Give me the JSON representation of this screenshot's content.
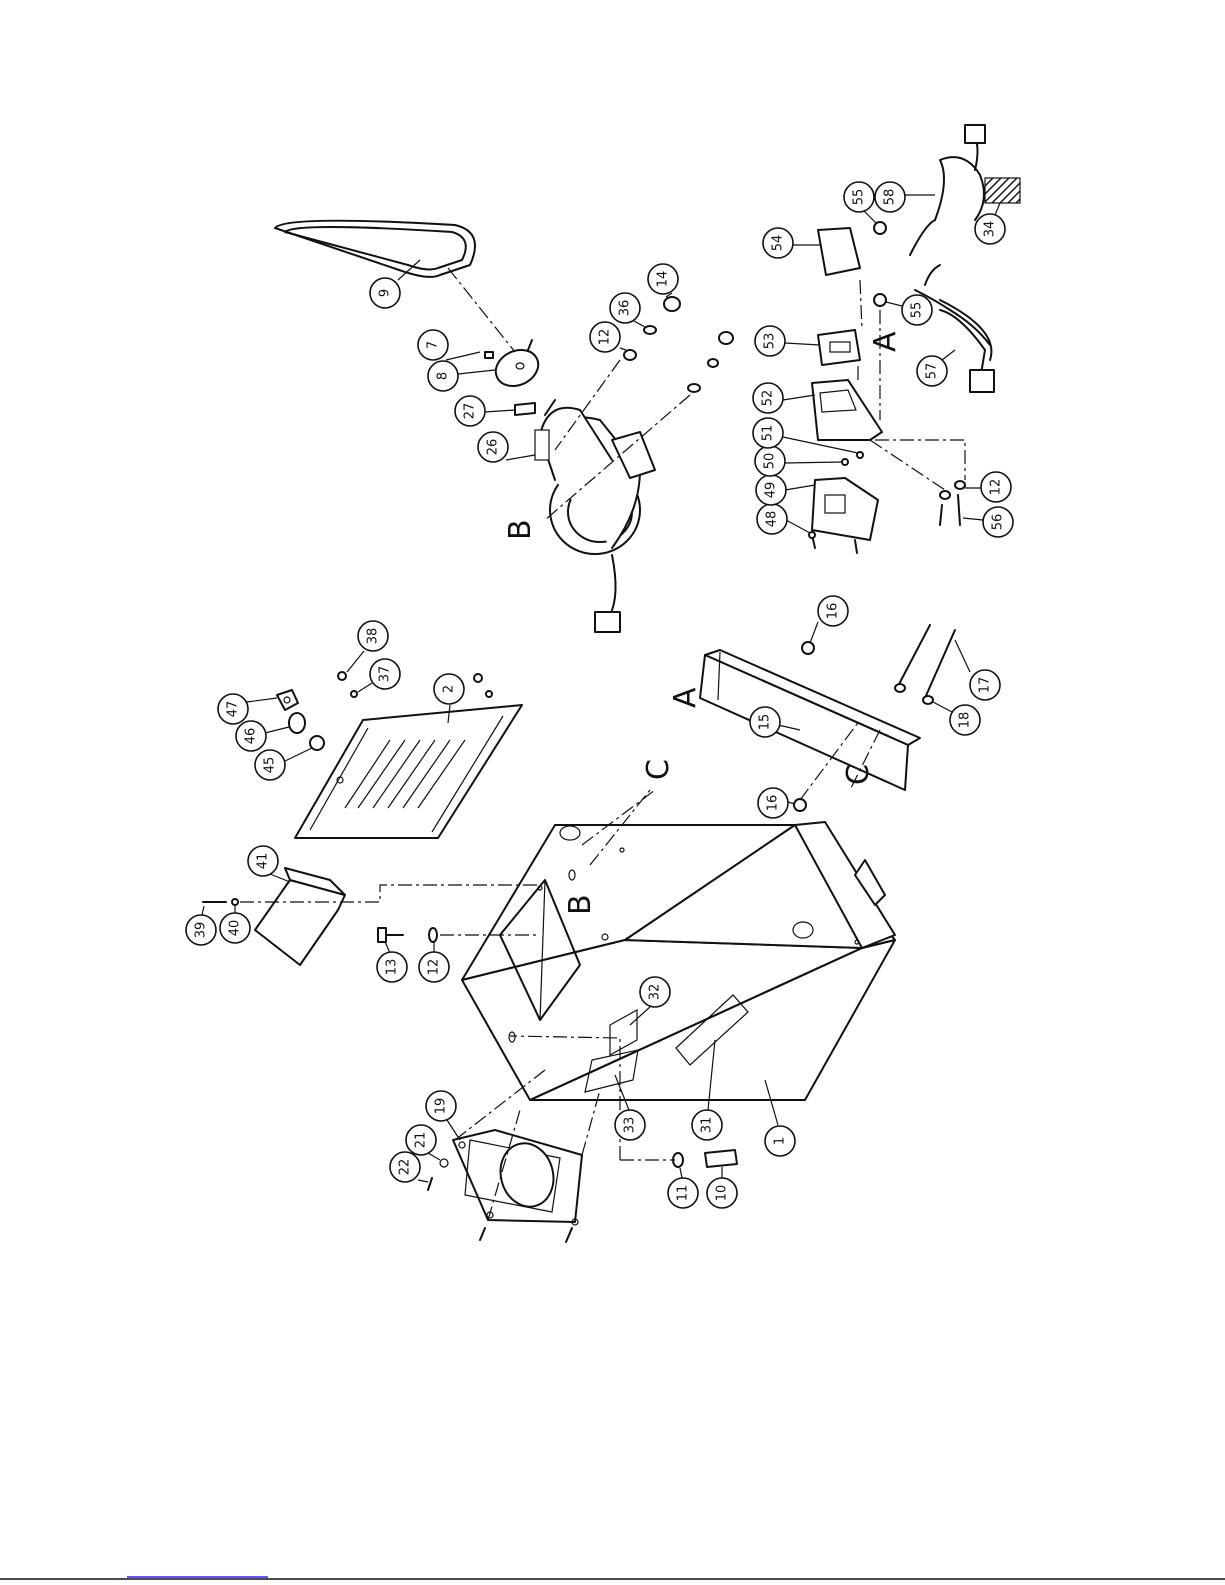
{
  "callouts": [
    "1",
    "2",
    "7",
    "8",
    "9",
    "10",
    "11",
    "12",
    "12",
    "12",
    "13",
    "14",
    "15",
    "16",
    "16",
    "17",
    "18",
    "19",
    "21",
    "22",
    "26",
    "27",
    "31",
    "32",
    "33",
    "34",
    "36",
    "37",
    "38",
    "39",
    "40",
    "41",
    "45",
    "46",
    "47",
    "48",
    "49",
    "50",
    "51",
    "52",
    "53",
    "54",
    "55",
    "55",
    "56",
    "57",
    "58"
  ],
  "section_marks": [
    "A",
    "A",
    "B",
    "B",
    "C",
    "C"
  ]
}
